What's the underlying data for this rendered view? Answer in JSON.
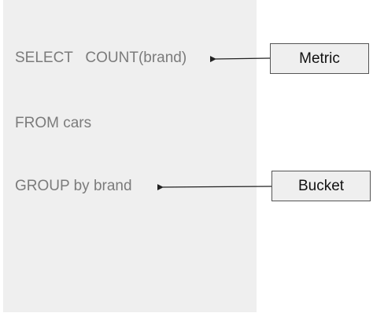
{
  "sql": {
    "select_line": "SELECT   COUNT(brand)",
    "from_line": "FROM cars",
    "group_line": "GROUP by brand"
  },
  "labels": {
    "metric": "Metric",
    "bucket": "Bucket"
  },
  "colors": {
    "panel_background": "#efefef",
    "sql_text": "#7b7b7b",
    "box_border": "#555555",
    "arrow": "#222222"
  }
}
